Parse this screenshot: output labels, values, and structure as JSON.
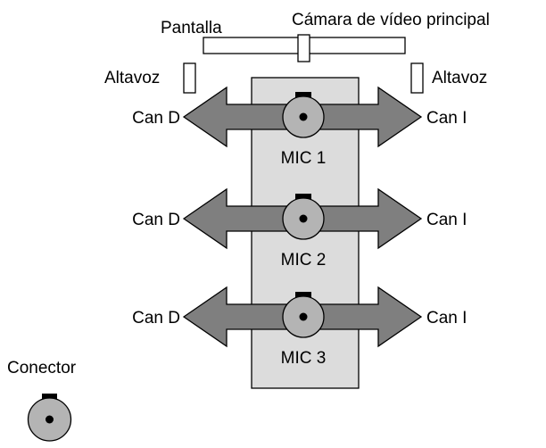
{
  "labels": {
    "screen": "Pantalla",
    "main_camera": "Cámara de vídeo principal",
    "speaker_left": "Altavoz",
    "speaker_right": "Altavoz",
    "connector": "Conector"
  },
  "mics": [
    {
      "name": "MIC 1",
      "left_channel": "Can D",
      "right_channel": "Can I"
    },
    {
      "name": "MIC 2",
      "left_channel": "Can D",
      "right_channel": "Can I"
    },
    {
      "name": "MIC 3",
      "left_channel": "Can D",
      "right_channel": "Can I"
    }
  ],
  "colors": {
    "table_fill": "#dcdcdc",
    "arrow_fill": "#7f7f7f",
    "mic_fill": "#b4b4b4",
    "mic_tab": "#000000",
    "outline": "#000000"
  }
}
